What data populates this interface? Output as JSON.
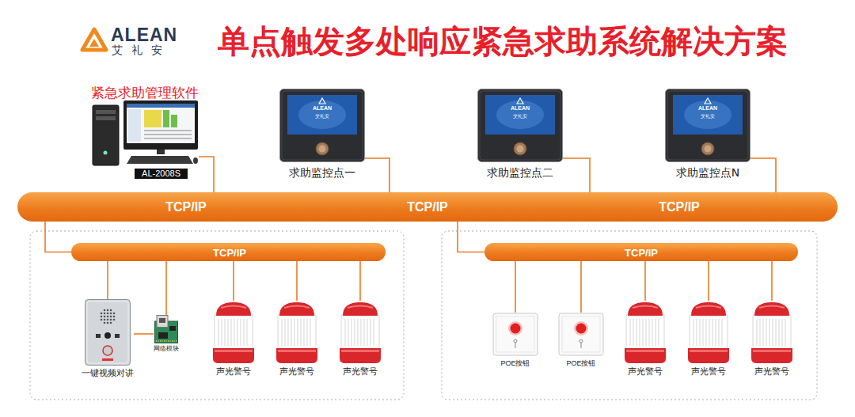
{
  "diagram": {
    "title": "单点触发多处响应紧急求助系统解决方案",
    "nodes": [
      {
        "text": [
          "紧急求助管理软件",
          "AL-2008S"
        ]
      },
      {
        "text": [
          "求助监控点一"
        ]
      },
      {
        "text": [
          "求助监控点二"
        ]
      },
      {
        "text": [
          "求助监控点N"
        ]
      },
      {
        "text": [
          "TCP/IP",
          "TCP/IP",
          "TCP/IP"
        ]
      },
      {
        "text": [
          "TCP/IP"
        ]
      },
      {
        "text": [
          "TCP/IP"
        ]
      },
      {
        "text": [
          "一键视频对讲"
        ]
      },
      {
        "text": [
          "网络模块"
        ]
      },
      {
        "text": [
          "声光警号"
        ]
      },
      {
        "text": [
          "声光警号"
        ]
      },
      {
        "text": [
          "声光警号"
        ]
      },
      {
        "text": [
          "POE按钮"
        ]
      },
      {
        "text": [
          "POE按钮"
        ]
      },
      {
        "text": [
          "声光警号"
        ]
      },
      {
        "text": [
          "声光警号"
        ]
      },
      {
        "text": [
          "声光警号"
        ]
      }
    ],
    "edges": [
      {
        "from": 0,
        "to": 4,
        "arrow": "none"
      },
      {
        "from": 1,
        "to": 4,
        "arrow": "none"
      },
      {
        "from": 2,
        "to": 4,
        "arrow": "none"
      },
      {
        "from": 3,
        "to": 4,
        "arrow": "none"
      },
      {
        "from": 4,
        "to": 5,
        "arrow": "none"
      },
      {
        "from": 4,
        "to": 6,
        "arrow": "none"
      },
      {
        "from": 5,
        "to": 7,
        "arrow": "none"
      },
      {
        "from": 5,
        "to": 8,
        "arrow": "none"
      },
      {
        "from": 7,
        "to": 8,
        "arrow": "none"
      },
      {
        "from": 5,
        "to": 9,
        "arrow": "none"
      },
      {
        "from": 5,
        "to": 10,
        "arrow": "none"
      },
      {
        "from": 5,
        "to": 11,
        "arrow": "none"
      },
      {
        "from": 6,
        "to": 12,
        "arrow": "none"
      },
      {
        "from": 6,
        "to": 13,
        "arrow": "none"
      },
      {
        "from": 6,
        "to": 14,
        "arrow": "none"
      },
      {
        "from": 6,
        "to": 15,
        "arrow": "none"
      },
      {
        "from": 6,
        "to": 16,
        "arrow": "none"
      }
    ],
    "labels": [
      "ALEAN",
      "艾礼安",
      "ALEAN",
      "艾礼安",
      "ALEAN",
      "艾礼安",
      "ALEAN",
      "艾礼安"
    ]
  }
}
